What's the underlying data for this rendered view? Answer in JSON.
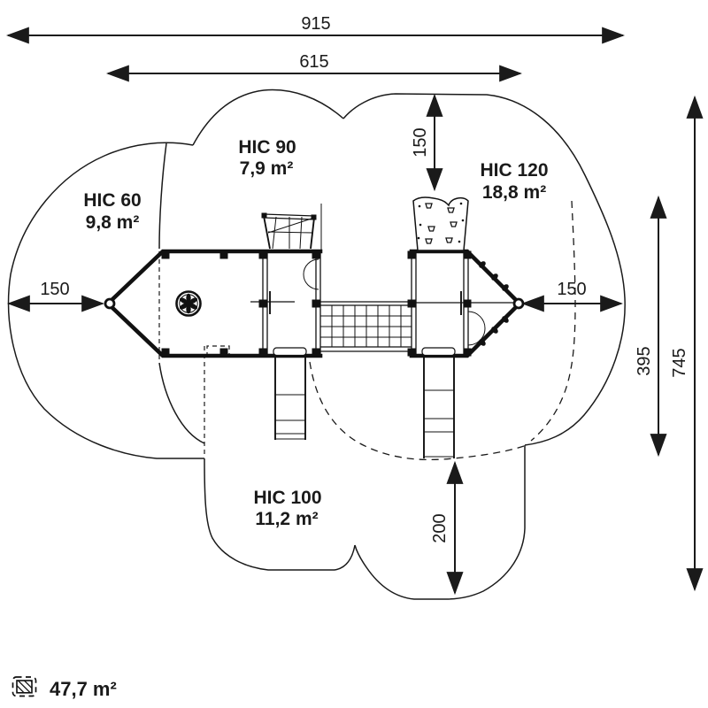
{
  "drawing": {
    "dimensions": {
      "total_width": "915",
      "equipment_width": "615",
      "clearance_left": "150",
      "clearance_right": "150",
      "clearance_top": "150",
      "clearance_bottom": "200",
      "zone_height": "395",
      "total_height": "745"
    },
    "zones": [
      {
        "label": "HIC 60",
        "area": "9,8 m²"
      },
      {
        "label": "HIC 90",
        "area": "7,9 m²"
      },
      {
        "label": "HIC 120",
        "area": "18,8 m²"
      },
      {
        "label": "HIC 100",
        "area": "11,2 m²"
      }
    ],
    "legend": {
      "total_area": "47,7 m²",
      "icon": "hatched-area-icon"
    },
    "colors": {
      "line": "#1a1a1a",
      "background": "#ffffff"
    }
  }
}
